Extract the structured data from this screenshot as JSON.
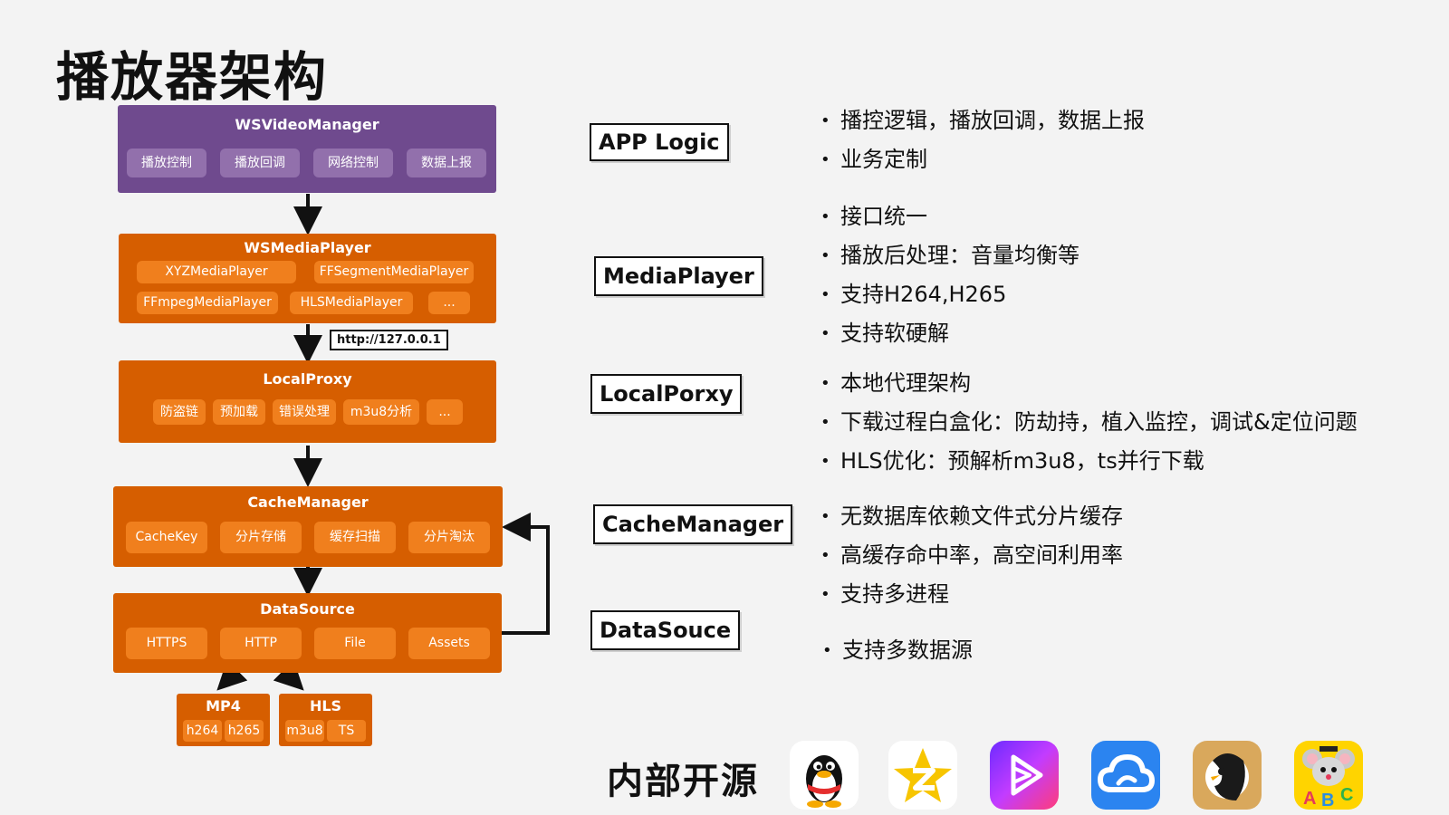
{
  "title": "播放器架构",
  "wsvideomanager": {
    "title": "WSVideoManager",
    "items": [
      "播放控制",
      "播放回调",
      "网络控制",
      "数据上报"
    ]
  },
  "wsmediaplayer": {
    "title": "WSMediaPlayer",
    "row1": [
      "XYZMediaPlayer",
      "FFSegmentMediaPlayer"
    ],
    "row2": [
      "FFmpegMediaPlayer",
      "HLSMediaPlayer",
      "..."
    ]
  },
  "url_label": "http://127.0.0.1",
  "localproxy": {
    "title": "LocalProxy",
    "items": [
      "防盗链",
      "预加载",
      "错误处理",
      "m3u8分析",
      "..."
    ]
  },
  "cachemanager": {
    "title": "CacheManager",
    "items": [
      "CacheKey",
      "分片存储",
      "缓存扫描",
      "分片淘汰"
    ]
  },
  "datasource": {
    "title": "DataSource",
    "items": [
      "HTTPS",
      "HTTP",
      "File",
      "Assets"
    ]
  },
  "formats": [
    {
      "title": "MP4",
      "items": [
        "h264",
        "h265"
      ]
    },
    {
      "title": "HLS",
      "items": [
        "m3u8",
        "TS"
      ]
    }
  ],
  "layers": [
    {
      "label": "APP Logic",
      "bullets": [
        "播控逻辑，播放回调，数据上报",
        "业务定制"
      ]
    },
    {
      "label": "MediaPlayer",
      "bullets": [
        "接口统一",
        "播放后处理：音量均衡等",
        "支持H264,H265",
        "支持软硬解"
      ]
    },
    {
      "label": "LocalPorxy",
      "bullets": [
        "本地代理架构",
        "下载过程白盒化：防劫持，植入监控，调试&定位问题",
        "HLS优化：预解析m3u8，ts并行下载"
      ]
    },
    {
      "label": "CacheManager",
      "bullets": [
        "无数据库依赖文件式分片缓存",
        "高缓存命中率，高空间利用率",
        "支持多进程"
      ]
    },
    {
      "label": "DataSouce",
      "bullets": [
        "支持多数据源"
      ]
    }
  ],
  "footer": {
    "label": "内部开源",
    "apps": [
      "qq-penguin-icon",
      "qzone-star-icon",
      "video-play-icon",
      "cloud-icon",
      "penguin-mascot-icon",
      "abc-mouse-icon"
    ]
  },
  "colors": {
    "purple": "#6f4a8e",
    "purple_chip": "#9270ac",
    "orange": "#d65e00",
    "orange_chip": "#f07f1d"
  }
}
